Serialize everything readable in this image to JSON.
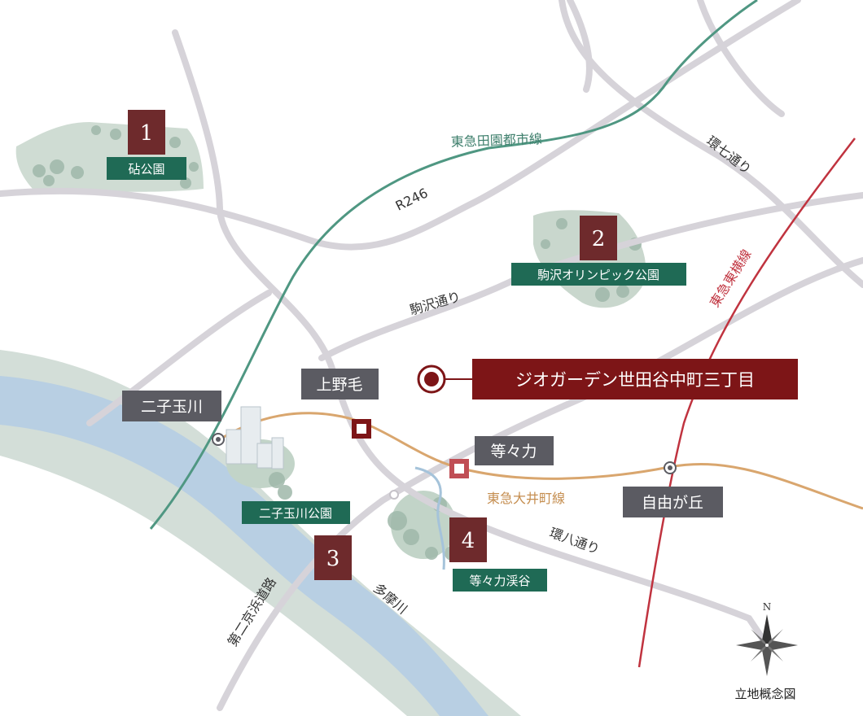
{
  "colors": {
    "road": "#d6d3d9",
    "denentoshi": "#4f9782",
    "oimachi": "#d9a66e",
    "toyoko": "#c0333f",
    "river": "#b9cde2",
    "riverbank": "#cfdcd6",
    "park": "#c9d7cd",
    "station_label": "#5b5b62",
    "park_label": "#1f6a55",
    "number_badge": "#6e2a2c",
    "property": "#7d1517"
  },
  "rail_lines": {
    "denentoshi": "東急田園都市線",
    "oimachi": "東急大井町線",
    "toyoko": "東急東横線"
  },
  "roads": {
    "r246": "R246",
    "kannana": "環七通り",
    "komazawa": "駒沢通り",
    "kanpachi": "環八通り",
    "daini_keihin": "第二京浜道路"
  },
  "river": {
    "tamagawa": "多摩川"
  },
  "stations": {
    "futako_tamagawa": "二子玉川",
    "kaminoge": "上野毛",
    "todoroki": "等々力",
    "jiyugaoka": "自由が丘"
  },
  "parks": [
    {
      "number": "1",
      "name": "砧公園"
    },
    {
      "number": "2",
      "name": "駒沢オリンピック公園"
    },
    {
      "number": "3",
      "name": "二子玉川公園"
    },
    {
      "number": "4",
      "name": "等々力渓谷"
    }
  ],
  "property": {
    "name": "ジオガーデン世田谷中町三丁目"
  },
  "compass": {
    "north": "N"
  },
  "caption": "立地概念図"
}
